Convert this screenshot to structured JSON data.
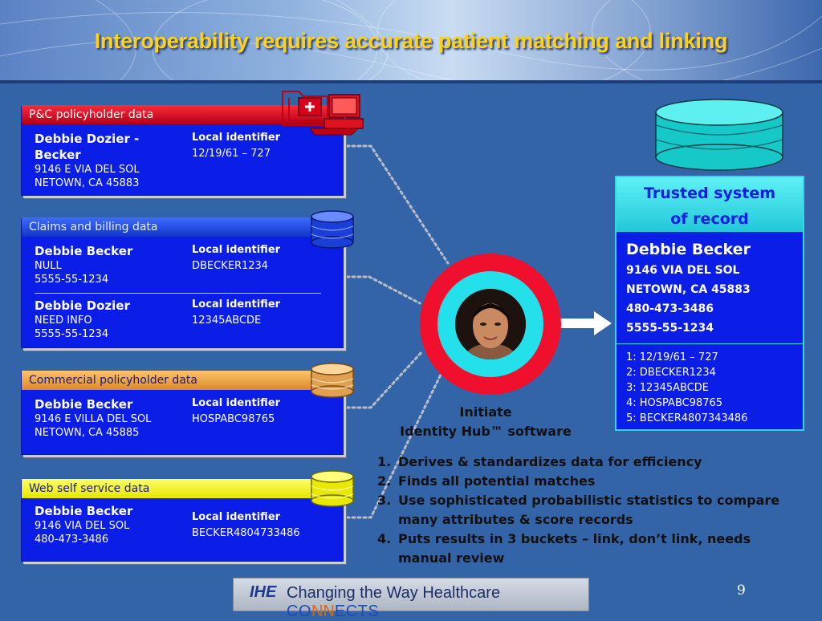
{
  "slide": {
    "title": "Interoperability requires accurate patient matching and linking",
    "page_number": "9"
  },
  "panels": {
    "pc": {
      "header": "P&C policyholder data",
      "record": {
        "name_line1": "Debbie Dozier -",
        "name_line2": "Becker",
        "line1": "9146 E VIA DEL SOL",
        "line2": "NETOWN, CA  45883",
        "id_label": "Local identifier",
        "id_value": "12/19/61 – 727"
      }
    },
    "claims": {
      "header": "Claims and billing data",
      "record1": {
        "name": "Debbie Becker",
        "line1": "NULL",
        "line2": "5555-55-1234",
        "id_label": "Local identifier",
        "id_value": "DBECKER1234"
      },
      "record2": {
        "name": "Debbie Dozier",
        "line1": "NEED INFO",
        "line2": "5555-55-1234",
        "id_label": "Local identifier",
        "id_value": "12345ABCDE"
      }
    },
    "commercial": {
      "header": "Commercial policyholder data",
      "record": {
        "name": "Debbie Becker",
        "line1": "9146 E VILLA DEL SOL",
        "line2": "NETOWN, CA   45885",
        "id_label": "Local identifier",
        "id_value": "HOSPABC98765"
      }
    },
    "web": {
      "header": "Web self service data",
      "record": {
        "name": "Debbie Becker",
        "line1": "9146 VIA DEL SOL",
        "line2": "480-473-3486",
        "id_label": "Local identifier",
        "id_value": "BECKER4804733486"
      }
    }
  },
  "trusted": {
    "title_line1": "Trusted system",
    "title_line2": "of record",
    "name": "Debbie Becker",
    "address1": "9146 VIA DEL SOL",
    "address2": "NETOWN, CA 45883",
    "phone": "480-473-3486",
    "ssn": "5555-55-1234",
    "ids": [
      "1: 12/19/61 – 727",
      "2: DBECKER1234",
      "3: 12345ABCDE",
      "4: HOSPABC98765",
      "5: BECKER4807343486"
    ]
  },
  "hub": {
    "caption_line1": "Initiate",
    "caption_line2": "Identity Hub™ software",
    "steps": [
      {
        "num": "1.",
        "text": "Derives & standardizes data for efficiency"
      },
      {
        "num": "2.",
        "text": "Finds all potential matches"
      },
      {
        "num": "3.",
        "text": "Use sophisticated probabilistic statistics to compare many attributes & score records"
      },
      {
        "num": "4.",
        "text": "Puts results in 3 buckets – link, don’t link, needs manual review"
      }
    ]
  },
  "footer": {
    "logo": "IHE",
    "tagline_part1": "Changing the Way Healthcare ",
    "tagline_part2": "CO",
    "tagline_part3": "NN",
    "tagline_part4": "ECTS"
  },
  "colors": {
    "background": "#3464a8",
    "title": "#ffd21a",
    "panel": "#0a1ee8",
    "ring_outer": "#f0102e",
    "ring_inner": "#24e0ea",
    "trusted_border": "#36d6e6"
  },
  "icons": [
    "folder-computer-icon",
    "database-blue-icon",
    "database-orange-icon",
    "database-yellow-icon",
    "database-cyan-icon",
    "patient-photo",
    "right-arrow-icon"
  ]
}
